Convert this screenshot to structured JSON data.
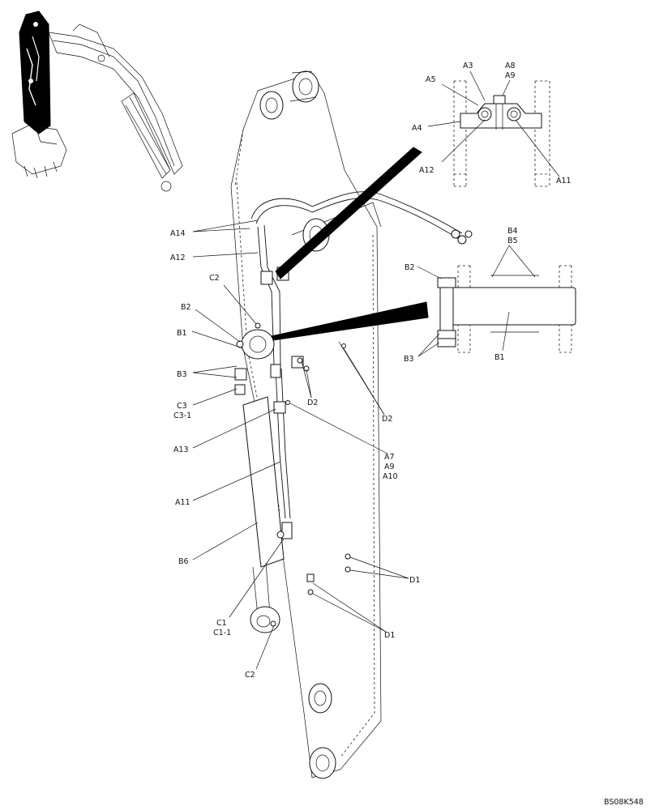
{
  "drawing_code": "BS08K548",
  "labels": {
    "a3": "A3",
    "a8": "A8",
    "a9_top": "A9",
    "a5": "A5",
    "a4": "A4",
    "a12_detail": "A12",
    "a11_detail": "A11",
    "a14": "A14",
    "a12": "A12",
    "c2_top": "C2",
    "b2": "B2",
    "b1": "B1",
    "b3": "B3",
    "c3": "C3",
    "c3_1": "C3-1",
    "d2_a": "D2",
    "d2_b": "D2",
    "a13": "A13",
    "a7": "A7",
    "a9": "A9",
    "a10": "A10",
    "a11": "A11",
    "b6": "B6",
    "c1": "C1",
    "c1_1": "C1-1",
    "c2_bottom": "C2",
    "d1_a": "D1",
    "d1_b": "D1",
    "b4": "B4",
    "b5": "B5",
    "b2_detail": "B2",
    "b3_detail": "B3",
    "b1_detail": "B1"
  }
}
